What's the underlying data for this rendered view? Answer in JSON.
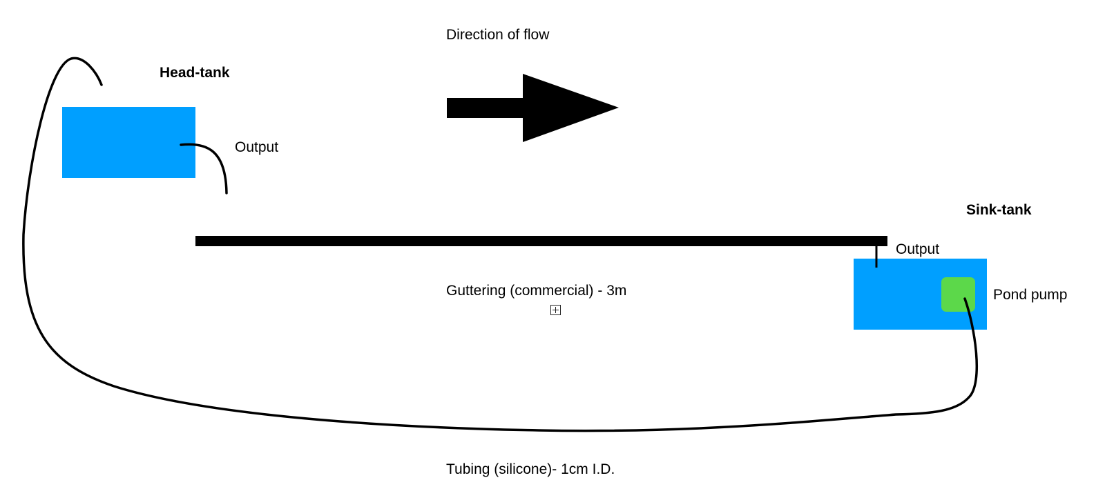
{
  "labels": {
    "direction": "Direction of flow",
    "head_tank": "Head-tank",
    "head_output": "Output",
    "sink_tank": "Sink-tank",
    "sink_output": "Output",
    "pond_pump": "Pond pump",
    "guttering": "Guttering (commercial) - 3m",
    "tubing": "Tubing (silicone)- 1cm I.D."
  },
  "colors": {
    "tank": "#009FFF",
    "pump": "#5CD84A",
    "line": "#000000"
  },
  "icons": {
    "expand": "plus-square-icon"
  }
}
